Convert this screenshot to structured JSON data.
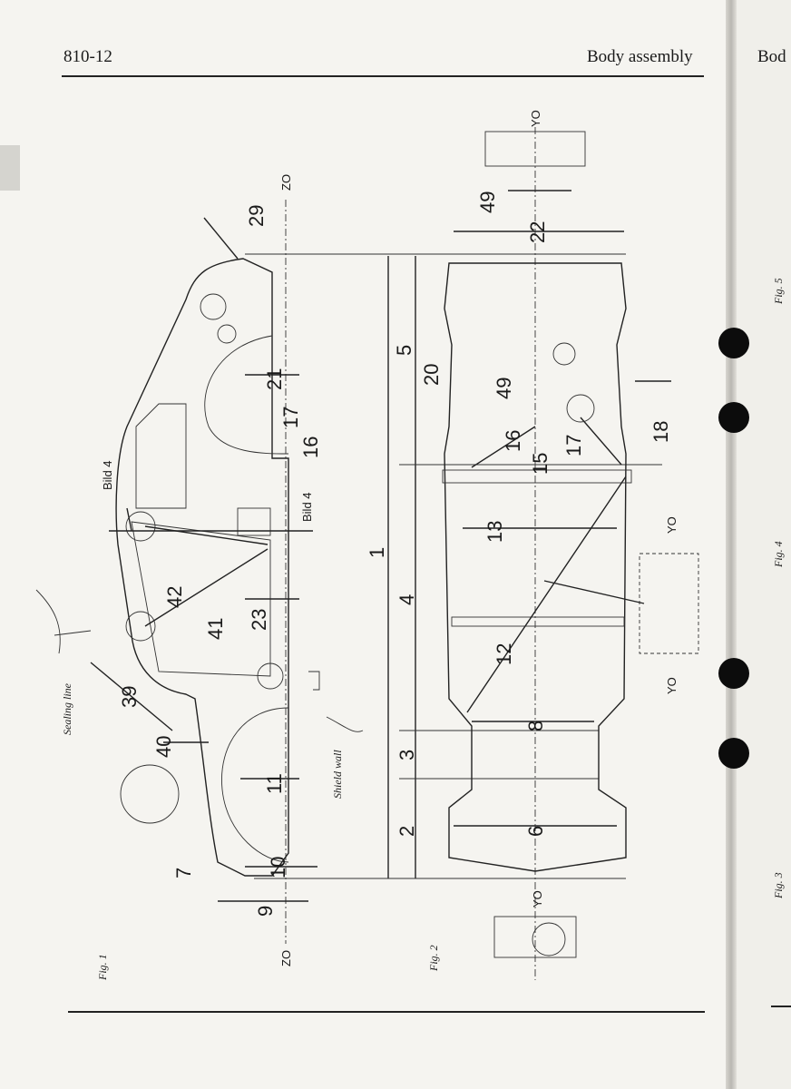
{
  "header": {
    "page_number": "810-12",
    "section_title": "Body assembly",
    "next_page_title_fragment": "Bod"
  },
  "figure_captions": {
    "fig1": "Fig. 1",
    "fig2": "Fig. 2",
    "fig3": "Fig. 3",
    "fig4": "Fig. 4",
    "fig5": "Fig. 5"
  },
  "fig1": {
    "annotations": {
      "sealing_line": "Sealing line",
      "shield_wall": "Shield wall",
      "bild4_top": "Bild 4",
      "bild4_bottom": "Bild 4",
      "zo_top": "ZO",
      "zo_bottom": "ZO"
    },
    "points": [
      "29",
      "21",
      "17",
      "16",
      "42",
      "41",
      "23",
      "39",
      "40",
      "11",
      "7",
      "10",
      "9"
    ]
  },
  "dimensions": [
    "1",
    "5",
    "4",
    "3",
    "2"
  ],
  "fig2": {
    "axis_labels": {
      "yo_top": "YO",
      "yo_mid1": "YO",
      "yo_mid2": "YO",
      "yo_bottom": "YO"
    },
    "points": [
      "22",
      "49",
      "20",
      "49",
      "18",
      "16",
      "17",
      "15",
      "13",
      "12",
      "8",
      "6"
    ]
  }
}
